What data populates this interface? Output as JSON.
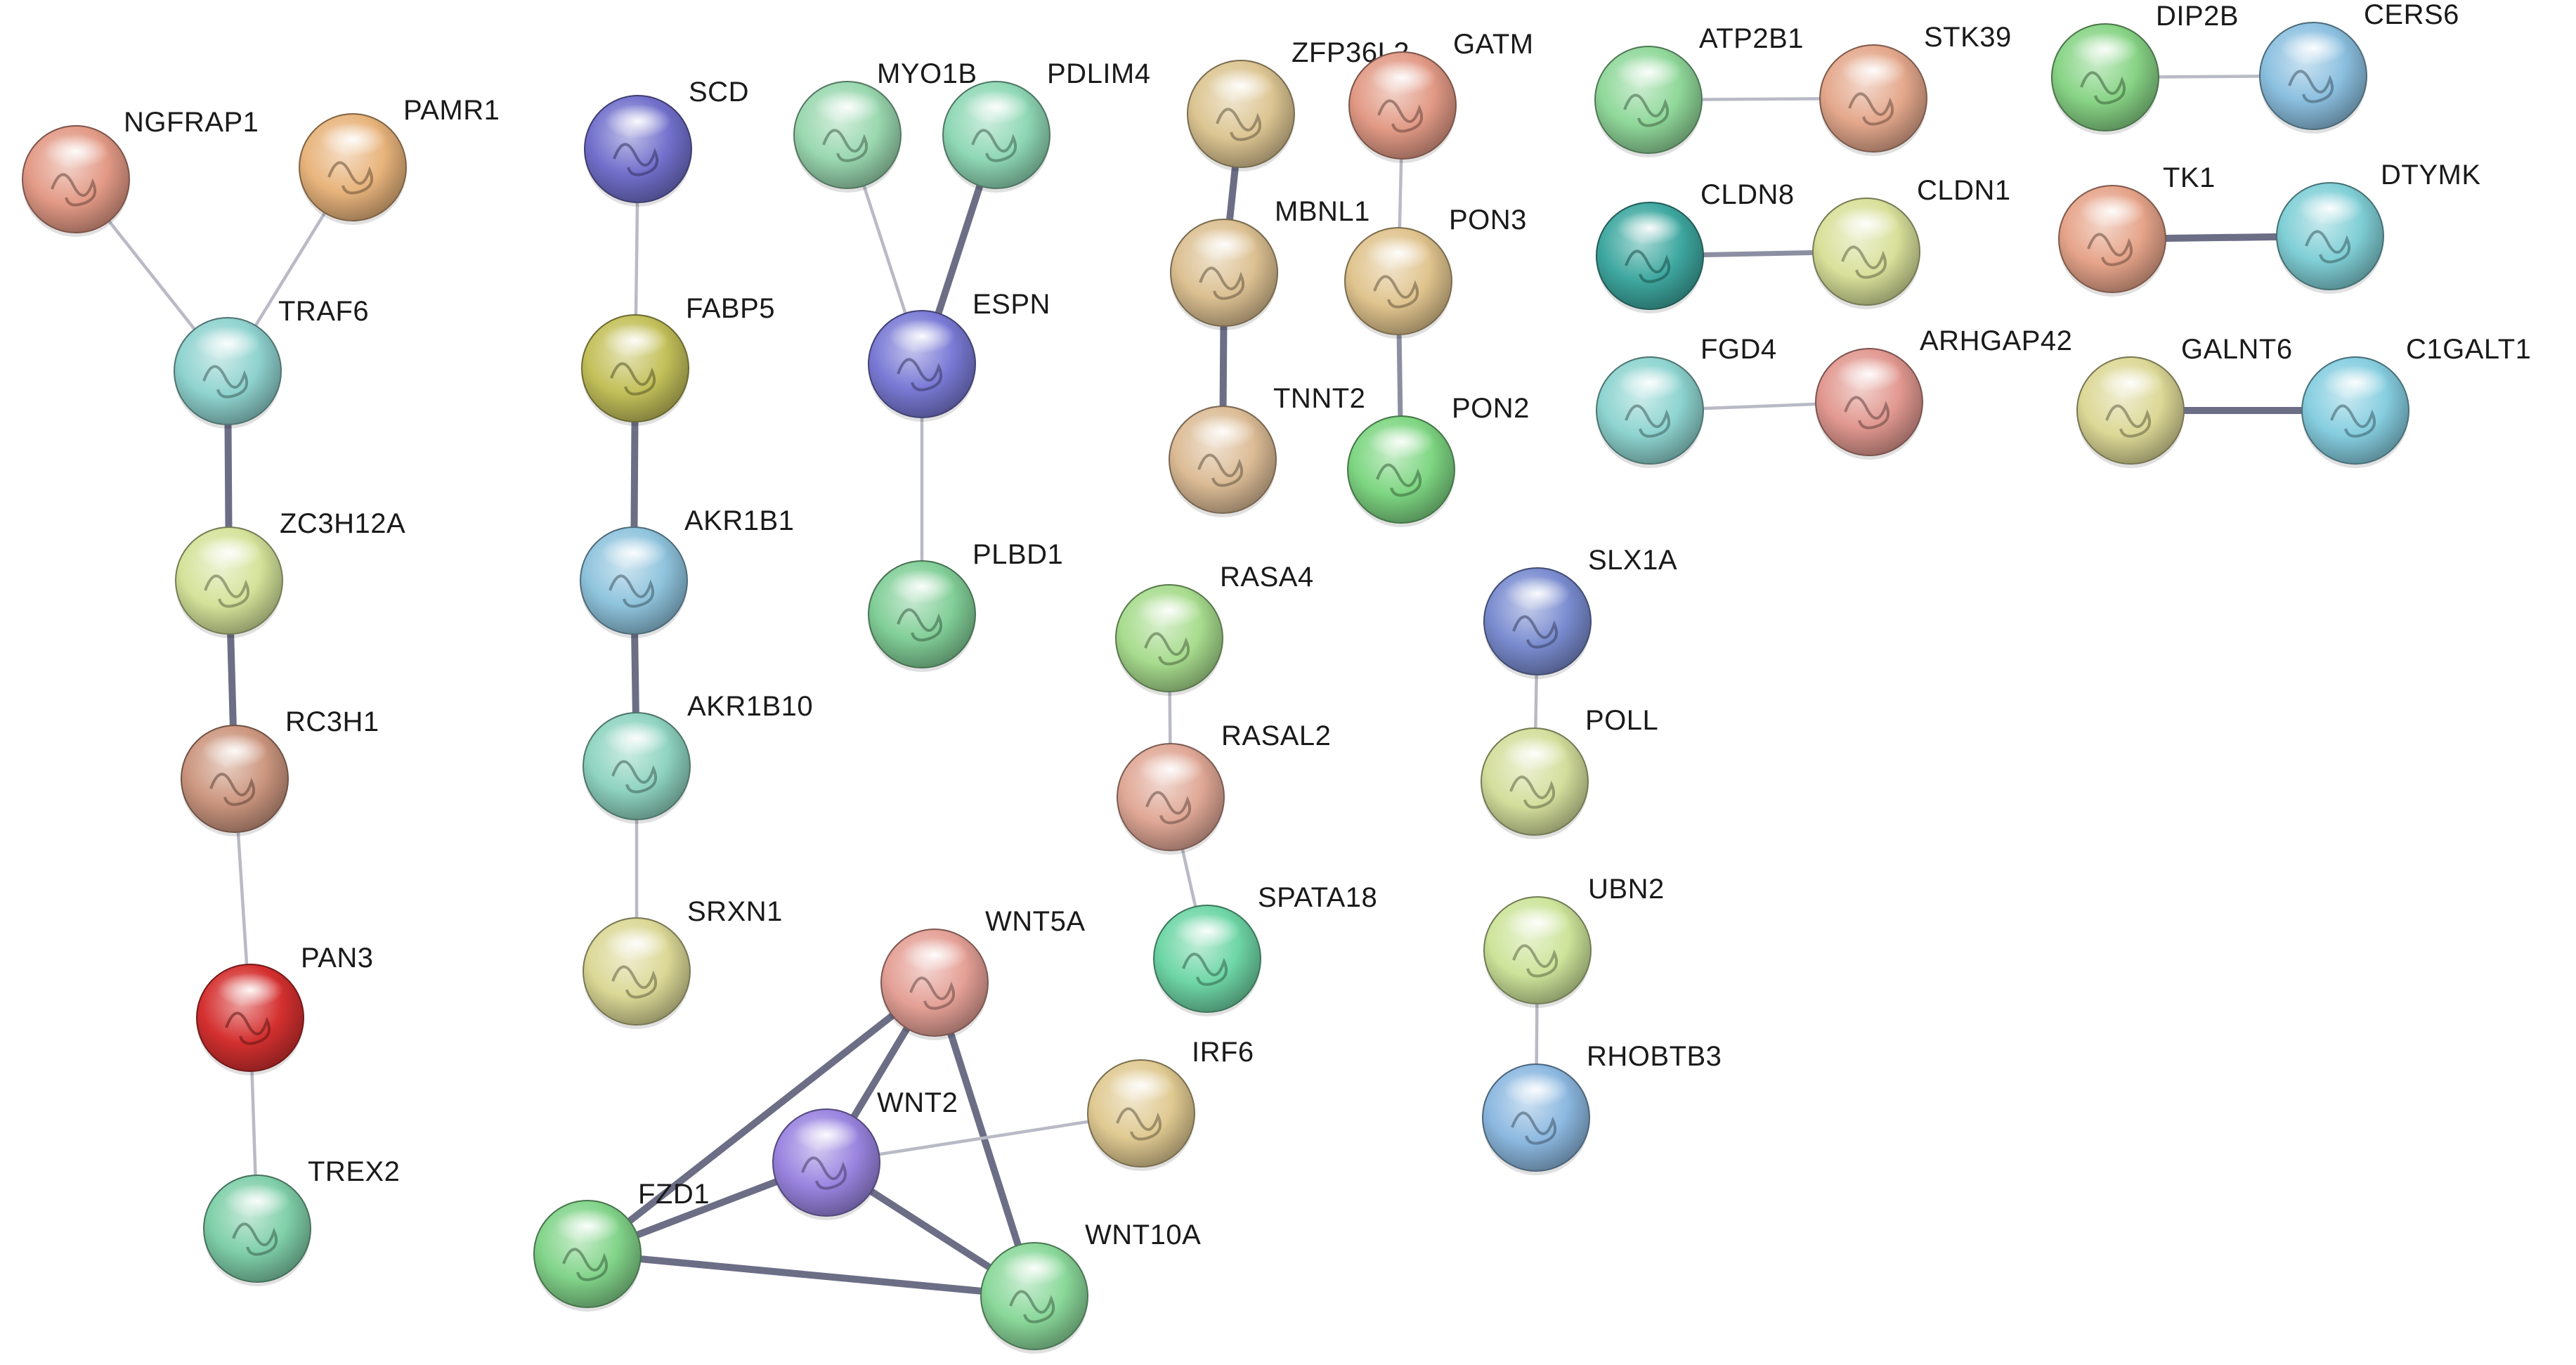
{
  "network": {
    "nodes": [
      {
        "id": "NGFRAP1",
        "label": "NGFRAP1",
        "color": "#e39a86"
      },
      {
        "id": "PAMR1",
        "label": "PAMR1",
        "color": "#e8b47c"
      },
      {
        "id": "TRAF6",
        "label": "TRAF6",
        "color": "#8fd3cf"
      },
      {
        "id": "ZC3H12A",
        "label": "ZC3H12A",
        "color": "#d4e39a"
      },
      {
        "id": "RC3H1",
        "label": "RC3H1",
        "color": "#cc967f"
      },
      {
        "id": "PAN3",
        "label": "PAN3",
        "color": "#d4302f"
      },
      {
        "id": "TREX2",
        "label": "TREX2",
        "color": "#7fcfa9"
      },
      {
        "id": "SCD",
        "label": "SCD",
        "color": "#7270cc"
      },
      {
        "id": "FABP5",
        "label": "FABP5",
        "color": "#c3c05a"
      },
      {
        "id": "AKR1B1",
        "label": "AKR1B1",
        "color": "#8fc4dd"
      },
      {
        "id": "AKR1B10",
        "label": "AKR1B10",
        "color": "#8fd4c0"
      },
      {
        "id": "SRXN1",
        "label": "SRXN1",
        "color": "#dbd896"
      },
      {
        "id": "MYO1B",
        "label": "MYO1B",
        "color": "#9ad8b0"
      },
      {
        "id": "PDLIM4",
        "label": "PDLIM4",
        "color": "#8fd8b5"
      },
      {
        "id": "ESPN",
        "label": "ESPN",
        "color": "#7a7ad6"
      },
      {
        "id": "PLBD1",
        "label": "PLBD1",
        "color": "#82cf98"
      },
      {
        "id": "ZFP36L2",
        "label": "ZFP36L2",
        "color": "#dcc592"
      },
      {
        "id": "GATM",
        "label": "GATM",
        "color": "#e29a86"
      },
      {
        "id": "MBNL1",
        "label": "MBNL1",
        "color": "#dcc092"
      },
      {
        "id": "PON3",
        "label": "PON3",
        "color": "#e0c48e"
      },
      {
        "id": "TNNT2",
        "label": "TNNT2",
        "color": "#dcbc96"
      },
      {
        "id": "PON2",
        "label": "PON2",
        "color": "#7ed682"
      },
      {
        "id": "ATP2B1",
        "label": "ATP2B1",
        "color": "#90d89a"
      },
      {
        "id": "STK39",
        "label": "STK39",
        "color": "#e4a88c"
      },
      {
        "id": "DIP2B",
        "label": "DIP2B",
        "color": "#88d486"
      },
      {
        "id": "CERS6",
        "label": "CERS6",
        "color": "#8cc0e0"
      },
      {
        "id": "CLDN8",
        "label": "CLDN8",
        "color": "#3ea8a0"
      },
      {
        "id": "CLDN1",
        "label": "CLDN1",
        "color": "#d8e09a"
      },
      {
        "id": "TK1",
        "label": "TK1",
        "color": "#e6a48a"
      },
      {
        "id": "DTYMK",
        "label": "DTYMK",
        "color": "#80cfd6"
      },
      {
        "id": "FGD4",
        "label": "FGD4",
        "color": "#8ed4d0"
      },
      {
        "id": "ARHGAP42",
        "label": "ARHGAP42",
        "color": "#e19890"
      },
      {
        "id": "GALNT6",
        "label": "GALNT6",
        "color": "#dcd896"
      },
      {
        "id": "C1GALT1",
        "label": "C1GALT1",
        "color": "#86cee0"
      },
      {
        "id": "RASA4",
        "label": "RASA4",
        "color": "#a8dc8e"
      },
      {
        "id": "RASAL2",
        "label": "RASAL2",
        "color": "#e0a896"
      },
      {
        "id": "SPATA18",
        "label": "SPATA18",
        "color": "#6ed6a6"
      },
      {
        "id": "SLX1A",
        "label": "SLX1A",
        "color": "#7a8cd0"
      },
      {
        "id": "POLL",
        "label": "POLL",
        "color": "#d4de9c"
      },
      {
        "id": "UBN2",
        "label": "UBN2",
        "color": "#cde49a"
      },
      {
        "id": "RHOBTB3",
        "label": "RHOBTB3",
        "color": "#8cb8e0"
      },
      {
        "id": "WNT5A",
        "label": "WNT5A",
        "color": "#e4a096"
      },
      {
        "id": "IRF6",
        "label": "IRF6",
        "color": "#e0ca92"
      },
      {
        "id": "WNT2",
        "label": "WNT2",
        "color": "#9a84e0"
      },
      {
        "id": "FZD1",
        "label": "FZD1",
        "color": "#82d48a"
      },
      {
        "id": "WNT10A",
        "label": "WNT10A",
        "color": "#8ad89a"
      }
    ],
    "edges": [
      {
        "source": "NGFRAP1",
        "target": "TRAF6",
        "strength": "low"
      },
      {
        "source": "PAMR1",
        "target": "TRAF6",
        "strength": "low"
      },
      {
        "source": "TRAF6",
        "target": "ZC3H12A",
        "strength": "high"
      },
      {
        "source": "ZC3H12A",
        "target": "RC3H1",
        "strength": "high"
      },
      {
        "source": "RC3H1",
        "target": "PAN3",
        "strength": "low"
      },
      {
        "source": "PAN3",
        "target": "TREX2",
        "strength": "low"
      },
      {
        "source": "SCD",
        "target": "FABP5",
        "strength": "low"
      },
      {
        "source": "FABP5",
        "target": "AKR1B1",
        "strength": "high"
      },
      {
        "source": "AKR1B1",
        "target": "AKR1B10",
        "strength": "high"
      },
      {
        "source": "AKR1B10",
        "target": "SRXN1",
        "strength": "low"
      },
      {
        "source": "MYO1B",
        "target": "ESPN",
        "strength": "low"
      },
      {
        "source": "PDLIM4",
        "target": "ESPN",
        "strength": "high"
      },
      {
        "source": "ESPN",
        "target": "PLBD1",
        "strength": "low"
      },
      {
        "source": "ZFP36L2",
        "target": "MBNL1",
        "strength": "high"
      },
      {
        "source": "MBNL1",
        "target": "TNNT2",
        "strength": "high"
      },
      {
        "source": "GATM",
        "target": "PON3",
        "strength": "low"
      },
      {
        "source": "PON3",
        "target": "PON2",
        "strength": "medium"
      },
      {
        "source": "ATP2B1",
        "target": "STK39",
        "strength": "low"
      },
      {
        "source": "DIP2B",
        "target": "CERS6",
        "strength": "low"
      },
      {
        "source": "CLDN8",
        "target": "CLDN1",
        "strength": "medium"
      },
      {
        "source": "TK1",
        "target": "DTYMK",
        "strength": "high"
      },
      {
        "source": "FGD4",
        "target": "ARHGAP42",
        "strength": "low"
      },
      {
        "source": "GALNT6",
        "target": "C1GALT1",
        "strength": "high"
      },
      {
        "source": "RASA4",
        "target": "RASAL2",
        "strength": "low"
      },
      {
        "source": "RASAL2",
        "target": "SPATA18",
        "strength": "low"
      },
      {
        "source": "SLX1A",
        "target": "POLL",
        "strength": "low"
      },
      {
        "source": "UBN2",
        "target": "RHOBTB3",
        "strength": "low"
      },
      {
        "source": "WNT5A",
        "target": "WNT2",
        "strength": "high"
      },
      {
        "source": "WNT5A",
        "target": "FZD1",
        "strength": "high"
      },
      {
        "source": "WNT5A",
        "target": "WNT10A",
        "strength": "high"
      },
      {
        "source": "WNT2",
        "target": "FZD1",
        "strength": "high"
      },
      {
        "source": "WNT2",
        "target": "WNT10A",
        "strength": "high"
      },
      {
        "source": "FZD1",
        "target": "WNT10A",
        "strength": "high"
      },
      {
        "source": "WNT2",
        "target": "IRF6",
        "strength": "low"
      }
    ]
  }
}
